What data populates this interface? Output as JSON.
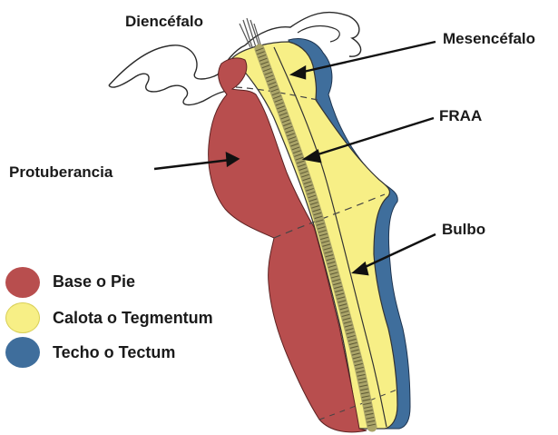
{
  "labels": {
    "diencefalo": "Diencéfalo",
    "mesencefalo": "Mesencéfalo",
    "fraa": "FRAA",
    "protuberancia": "Protuberancia",
    "bulbo": "Bulbo"
  },
  "legend": [
    {
      "label": "Base o Pie",
      "color": "#b84e4e"
    },
    {
      "label": "Calota o Tegmentum",
      "color": "#f7ef86"
    },
    {
      "label": "Techo o Tectum",
      "color": "#3f6e9c"
    }
  ],
  "colors": {
    "base": "#b84e4e",
    "calota": "#f7ef86",
    "techo": "#3f6e9c",
    "fraa": "#a9a368",
    "outline": "#222222"
  }
}
